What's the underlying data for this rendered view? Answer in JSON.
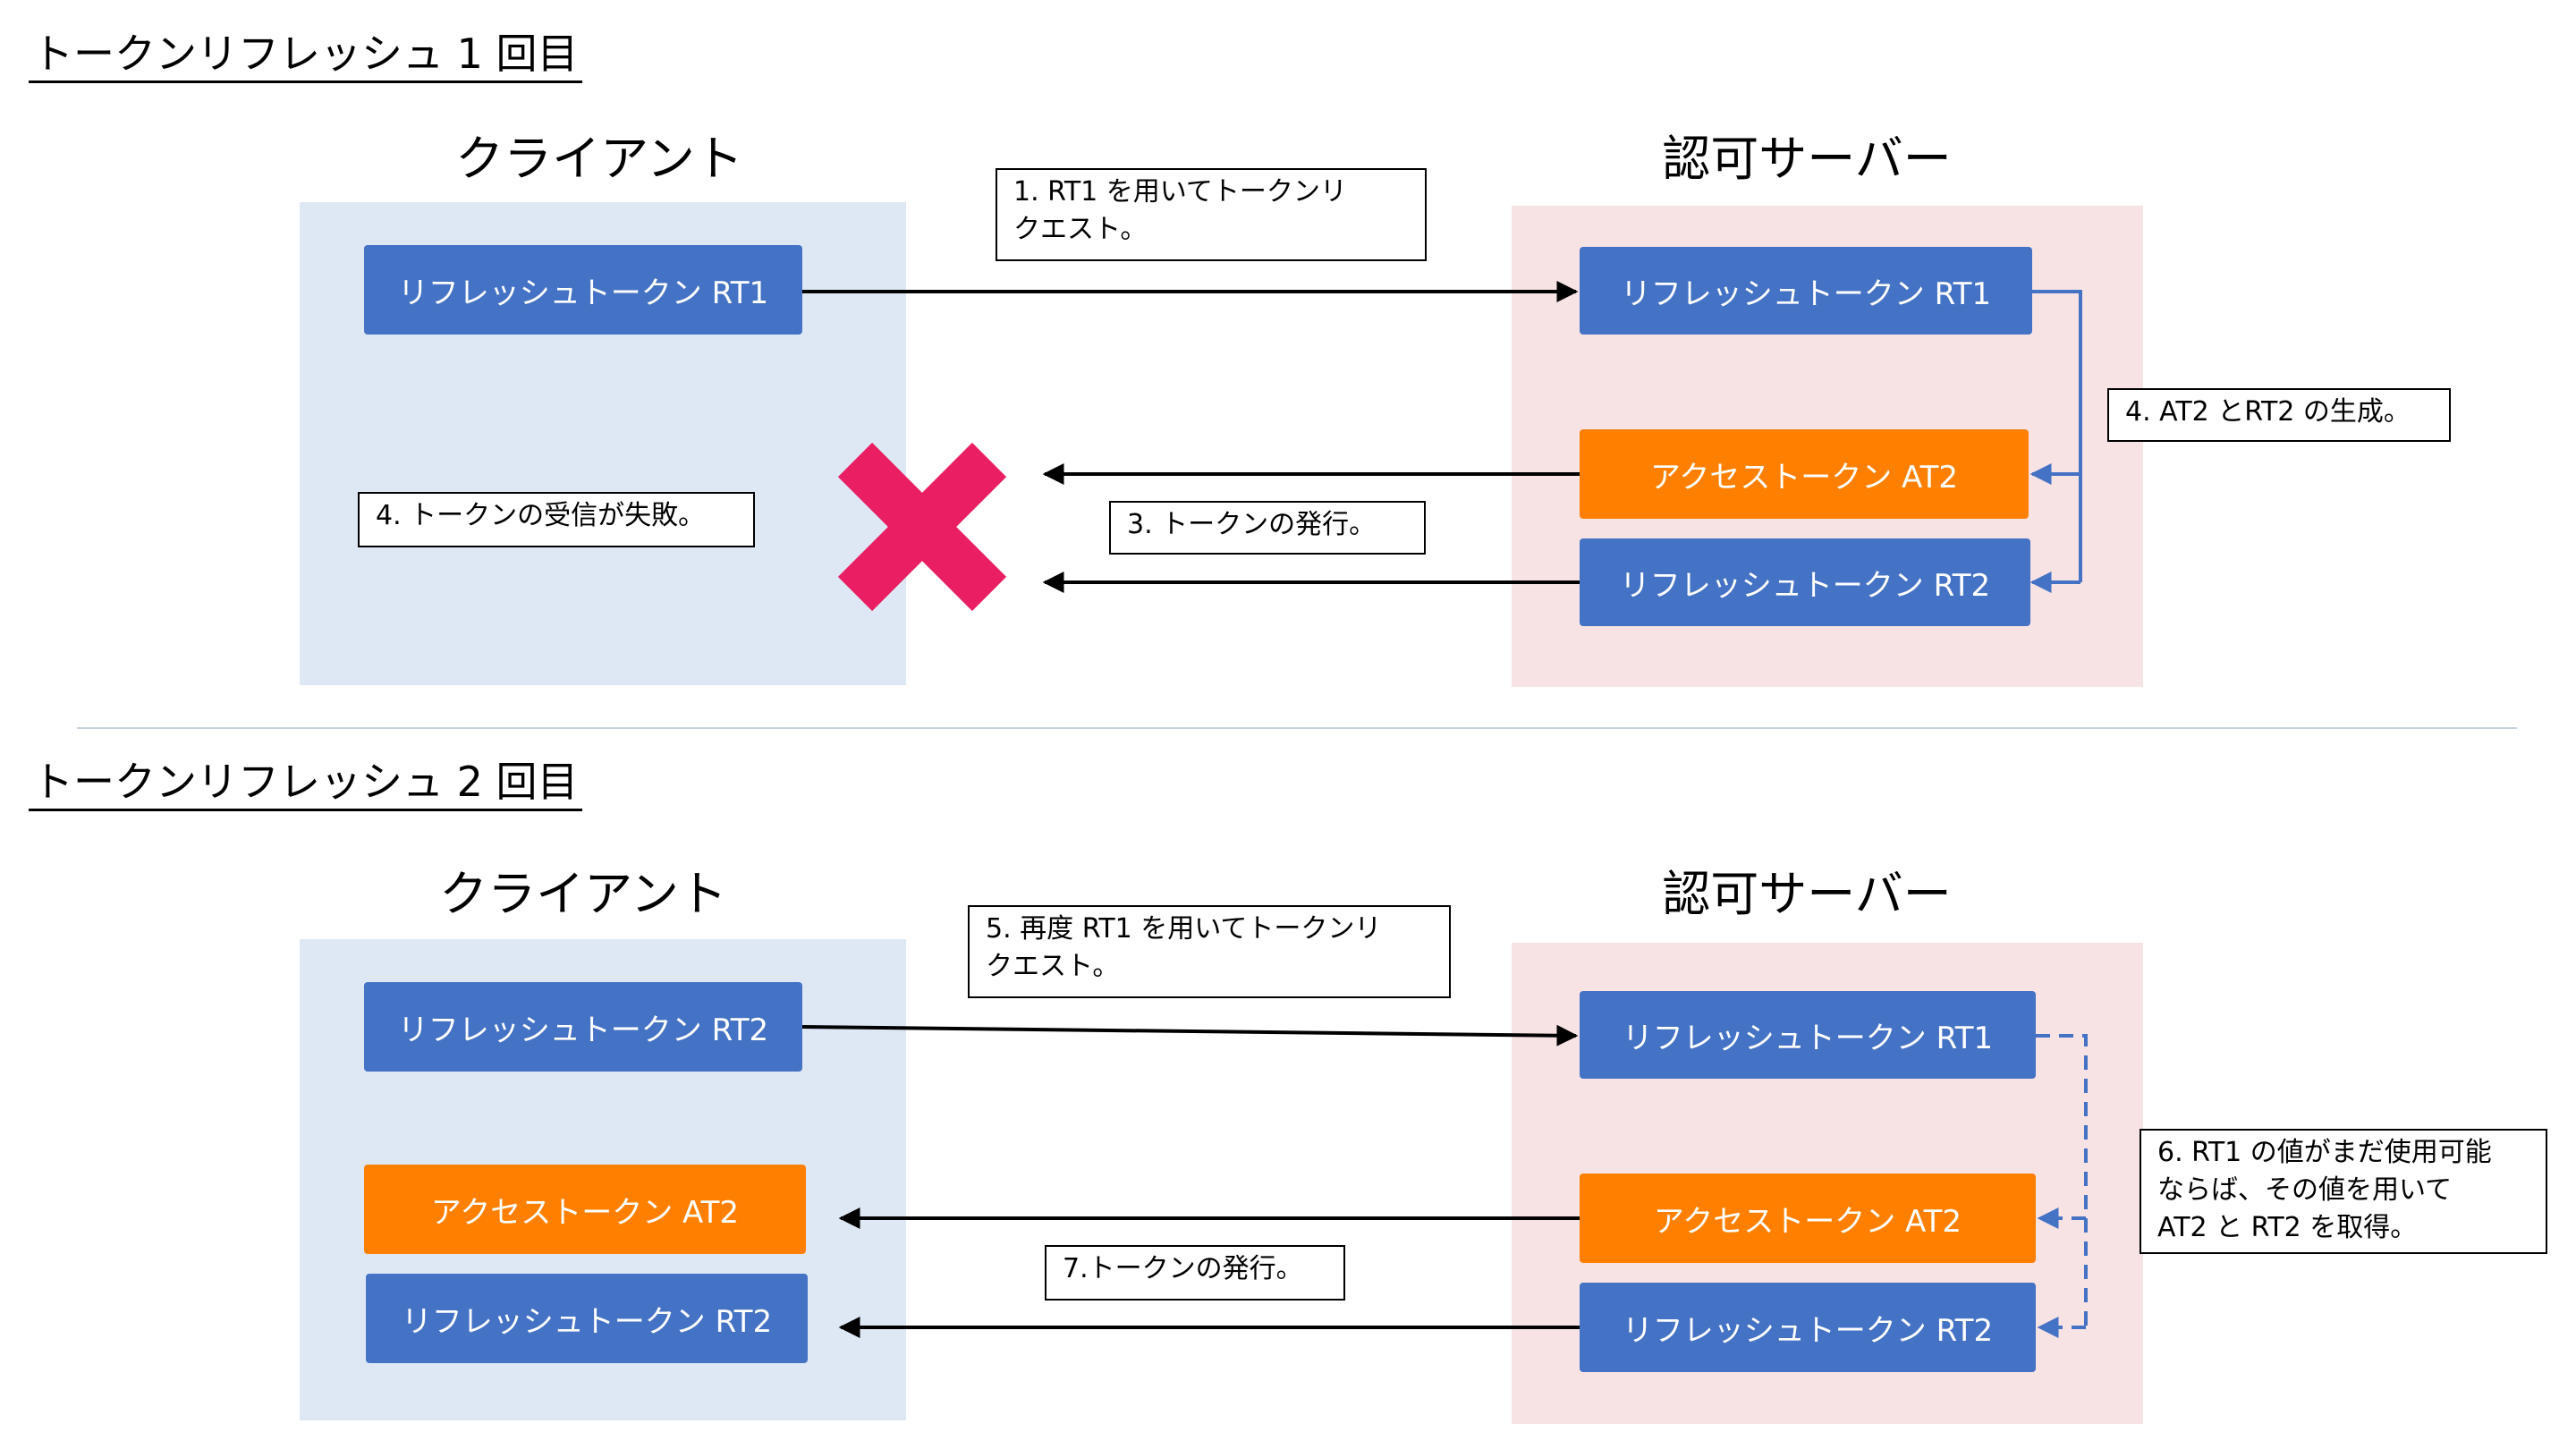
{
  "section1": {
    "title": "トークンリフレッシュ 1 回目",
    "client_title": "クライアント",
    "server_title": "認可サーバー",
    "client_token_rt1": "リフレッシュトークン RT1",
    "server_token_rt1": "リフレッシュトークン RT1",
    "server_token_at2": "アクセストークン AT2",
    "server_token_rt2": "リフレッシュトークン RT2",
    "note_request_line1": "1. RT1 を用いてトークンリ",
    "note_request_line2": "クエスト。",
    "note_generate": "4. AT2 とRT2 の生成。",
    "note_issue": "3. トークンの発行。",
    "note_fail": "4. トークンの受信が失敗。"
  },
  "section2": {
    "title": "トークンリフレッシュ 2 回目",
    "client_title": "クライアント",
    "server_title": "認可サーバー",
    "client_token_rt2": "リフレッシュトークン RT2",
    "client_token_at2": "アクセストークン AT2",
    "client_token_rt2_received": "リフレッシュトークン RT2",
    "server_token_rt1": "リフレッシュトークン RT1",
    "server_token_at2": "アクセストークン AT2",
    "server_token_rt2": "リフレッシュトークン RT2",
    "note_request_line1": "5. 再度 RT1 を用いてトークンリ",
    "note_request_line2": "クエスト。",
    "note_reuse_line1": "6. RT1 の値がまだ使用可能",
    "note_reuse_line2": "ならば、その値を用いて",
    "note_reuse_line3": "AT2 と RT2 を取得。",
    "note_issue": "7.トークンの発行。"
  },
  "colors": {
    "client_panel": "#dee8f5",
    "server_panel": "#f8e3e4",
    "token_blue": "#4472c4",
    "token_orange": "#ff8000",
    "fail_cross": "#e91e63",
    "connector_blue": "#4472c4"
  },
  "icons": {
    "fail_mark": "cross-x"
  }
}
